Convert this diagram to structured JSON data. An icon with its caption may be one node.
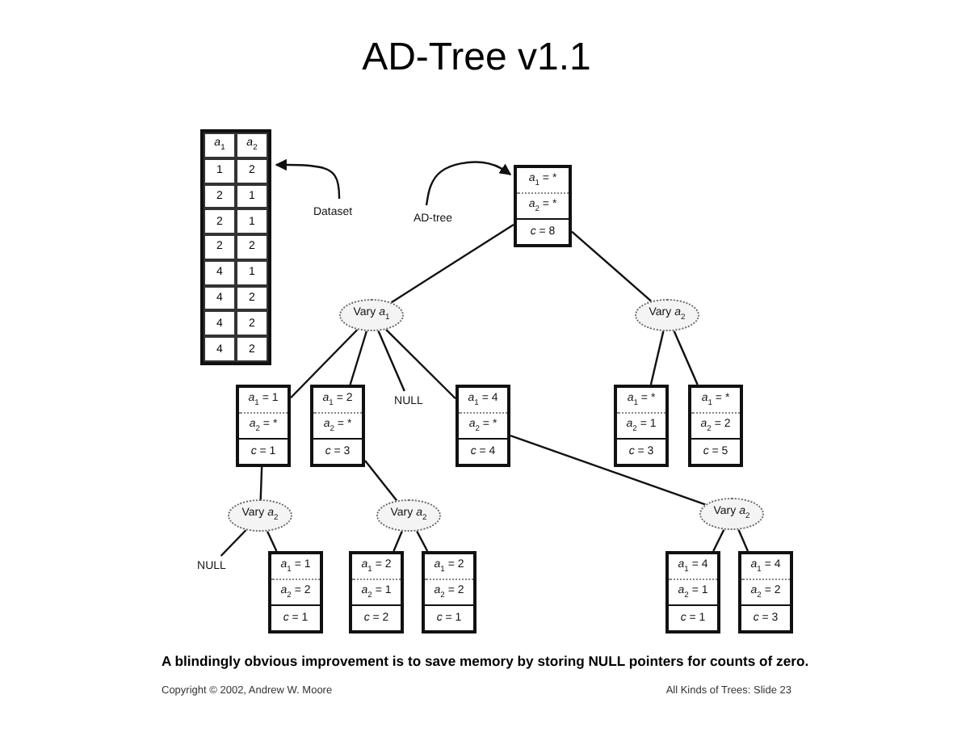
{
  "diagram": {
    "title": "AD-Tree v1.1",
    "caption": "A blindingly obvious improvement is to save memory by storing NULL pointers for counts of zero.",
    "nodes": [
      {
        "text": [
          "*a*$_{1}$",
          "*a*$_{2}$",
          "1",
          "2",
          "2",
          "1",
          "2",
          "1",
          "2",
          "2",
          "4",
          "1",
          "4",
          "2",
          "4",
          "2",
          "4",
          "2"
        ]
      },
      {
        "text": [
          "Dataset"
        ]
      },
      {
        "text": [
          "AD-tree"
        ]
      },
      {
        "text": [
          "*a*$_{1}$ = *",
          "*a*$_{2}$ = *",
          "*c* = 8"
        ]
      },
      {
        "text": [
          "Vary *a*$_{1}$"
        ]
      },
      {
        "text": [
          "Vary *a*$_{2}$"
        ]
      },
      {
        "text": [
          "*a*$_{1}$ = 1",
          "*a*$_{2}$ = *",
          "*c* = 1"
        ]
      },
      {
        "text": [
          "*a*$_{1}$ = 2",
          "*a*$_{2}$ = *",
          "*c* = 3"
        ]
      },
      {
        "text": [
          "NULL"
        ]
      },
      {
        "text": [
          "*a*$_{1}$ = 4",
          "*a*$_{2}$ = *",
          "*c* = 4"
        ]
      },
      {
        "text": [
          "*a*$_{1}$ = *",
          "*a*$_{2}$ = 1",
          "*c* = 3"
        ]
      },
      {
        "text": [
          "*a*$_{1}$ = *",
          "*a*$_{2}$ = 2",
          "*c* = 5"
        ]
      },
      {
        "text": [
          "Vary *a*$_{2}$"
        ]
      },
      {
        "text": [
          "Vary *a*$_{2}$"
        ]
      },
      {
        "text": [
          "Vary *a*$_{2}$"
        ]
      },
      {
        "text": [
          "NULL"
        ]
      },
      {
        "text": [
          "*a*$_{1}$ = 1",
          "*a*$_{2}$ = 2",
          "*c* = 1"
        ]
      },
      {
        "text": [
          "*a*$_{1}$ = 2",
          "*a*$_{2}$ = 1",
          "*c* = 2"
        ]
      },
      {
        "text": [
          "*a*$_{1}$ = 2",
          "*a*$_{2}$ = 2",
          "*c* = 1"
        ]
      },
      {
        "text": [
          "*a*$_{1}$ = 4",
          "*a*$_{2}$ = 1",
          "*c* = 1"
        ]
      },
      {
        "text": [
          "*a*$_{1}$ = 4",
          "*a*$_{2}$ = 2",
          "*c* = 3"
        ]
      }
    ],
    "edges": [
      {
        "from": 1,
        "to": 0,
        "arrow": "to"
      },
      {
        "from": 2,
        "to": 3,
        "arrow": "to"
      },
      {
        "from": 3,
        "to": 4,
        "arrow": "none"
      },
      {
        "from": 3,
        "to": 5,
        "arrow": "none"
      },
      {
        "from": 4,
        "to": 6,
        "arrow": "none"
      },
      {
        "from": 4,
        "to": 7,
        "arrow": "none"
      },
      {
        "from": 4,
        "to": 8,
        "arrow": "none"
      },
      {
        "from": 4,
        "to": 9,
        "arrow": "none"
      },
      {
        "from": 5,
        "to": 10,
        "arrow": "none"
      },
      {
        "from": 5,
        "to": 11,
        "arrow": "none"
      },
      {
        "from": 6,
        "to": 12,
        "arrow": "none"
      },
      {
        "from": 7,
        "to": 13,
        "arrow": "none"
      },
      {
        "from": 9,
        "to": 14,
        "arrow": "none"
      },
      {
        "from": 12,
        "to": 15,
        "arrow": "none"
      },
      {
        "from": 12,
        "to": 16,
        "arrow": "none"
      },
      {
        "from": 13,
        "to": 17,
        "arrow": "none"
      },
      {
        "from": 13,
        "to": 18,
        "arrow": "none"
      },
      {
        "from": 14,
        "to": 19,
        "arrow": "none"
      },
      {
        "from": 14,
        "to": 20,
        "arrow": "none"
      }
    ],
    "labels": [
      "Copyright © 2002, Andrew W. Moore",
      "All Kinds of Trees: Slide 23"
    ]
  }
}
